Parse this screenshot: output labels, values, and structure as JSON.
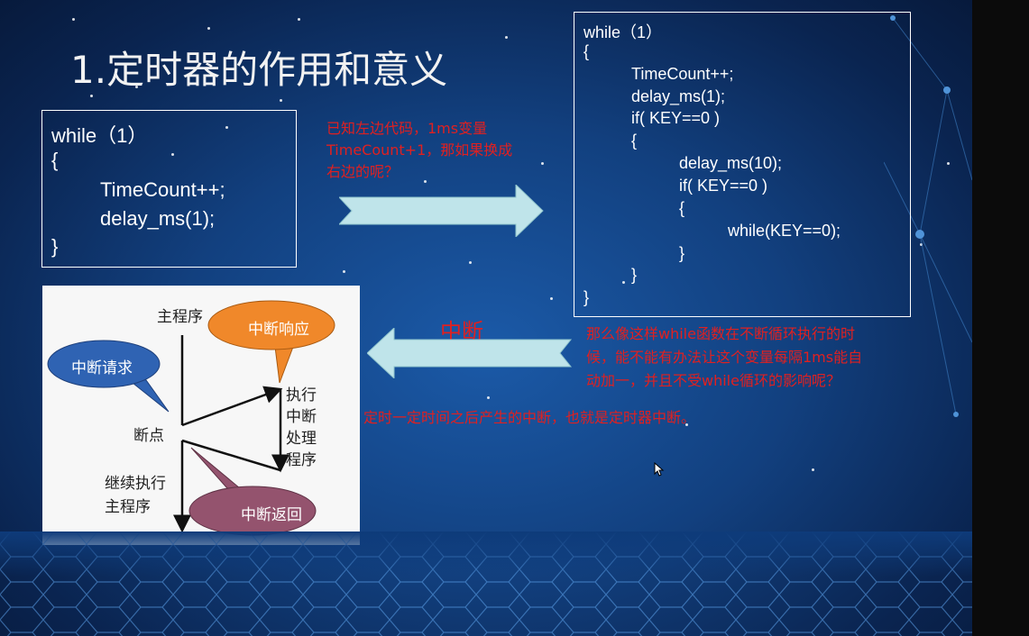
{
  "slide": {
    "title": "1.定时器的作用和意义",
    "code_left": [
      "while（1）",
      "{",
      "TimeCount++;",
      "delay_ms(1);",
      "}"
    ],
    "code_right": [
      "while（1）",
      "{",
      "TimeCount++;",
      "delay_ms(1);",
      "if( KEY==0 )",
      "{",
      "delay_ms(10);",
      "if( KEY==0 )",
      "{",
      "while(KEY==0);",
      "}",
      "}",
      "}"
    ],
    "note_top": [
      "已知左边代码，1ms变量",
      "TimeCount+1，那如果换成",
      "右边的呢？"
    ],
    "interrupt_label": "中断",
    "note_right": [
      "那么像这样while函数在不断循环执行的时",
      "候，能不能有办法让这个变量每隔1ms能自",
      "动加一，并且不受while循环的影响呢？"
    ],
    "note_bottom": "定时一定时间之后产生的中断，也就是定时器中断。",
    "diagram": {
      "main_program": "主程序",
      "interrupt_response": "中断响应",
      "interrupt_request": "中断请求",
      "execute_isr": [
        "执行",
        "中断",
        "处理",
        "程序"
      ],
      "breakpoint": "断点",
      "continue_main": [
        "继续执行",
        "主程序"
      ],
      "interrupt_return": "中断返回"
    }
  },
  "colors": {
    "background": "#12407f",
    "red_text": "#e02020",
    "arrow_fill": "#bfe4ea",
    "bubble_blue": "#2f63b3",
    "bubble_orange": "#f0882a",
    "bubble_purple": "#94536e"
  },
  "icons": {
    "right_arrow": "right-arrow-icon",
    "left_arrow": "left-arrow-icon",
    "cursor": "mouse-pointer-icon"
  }
}
